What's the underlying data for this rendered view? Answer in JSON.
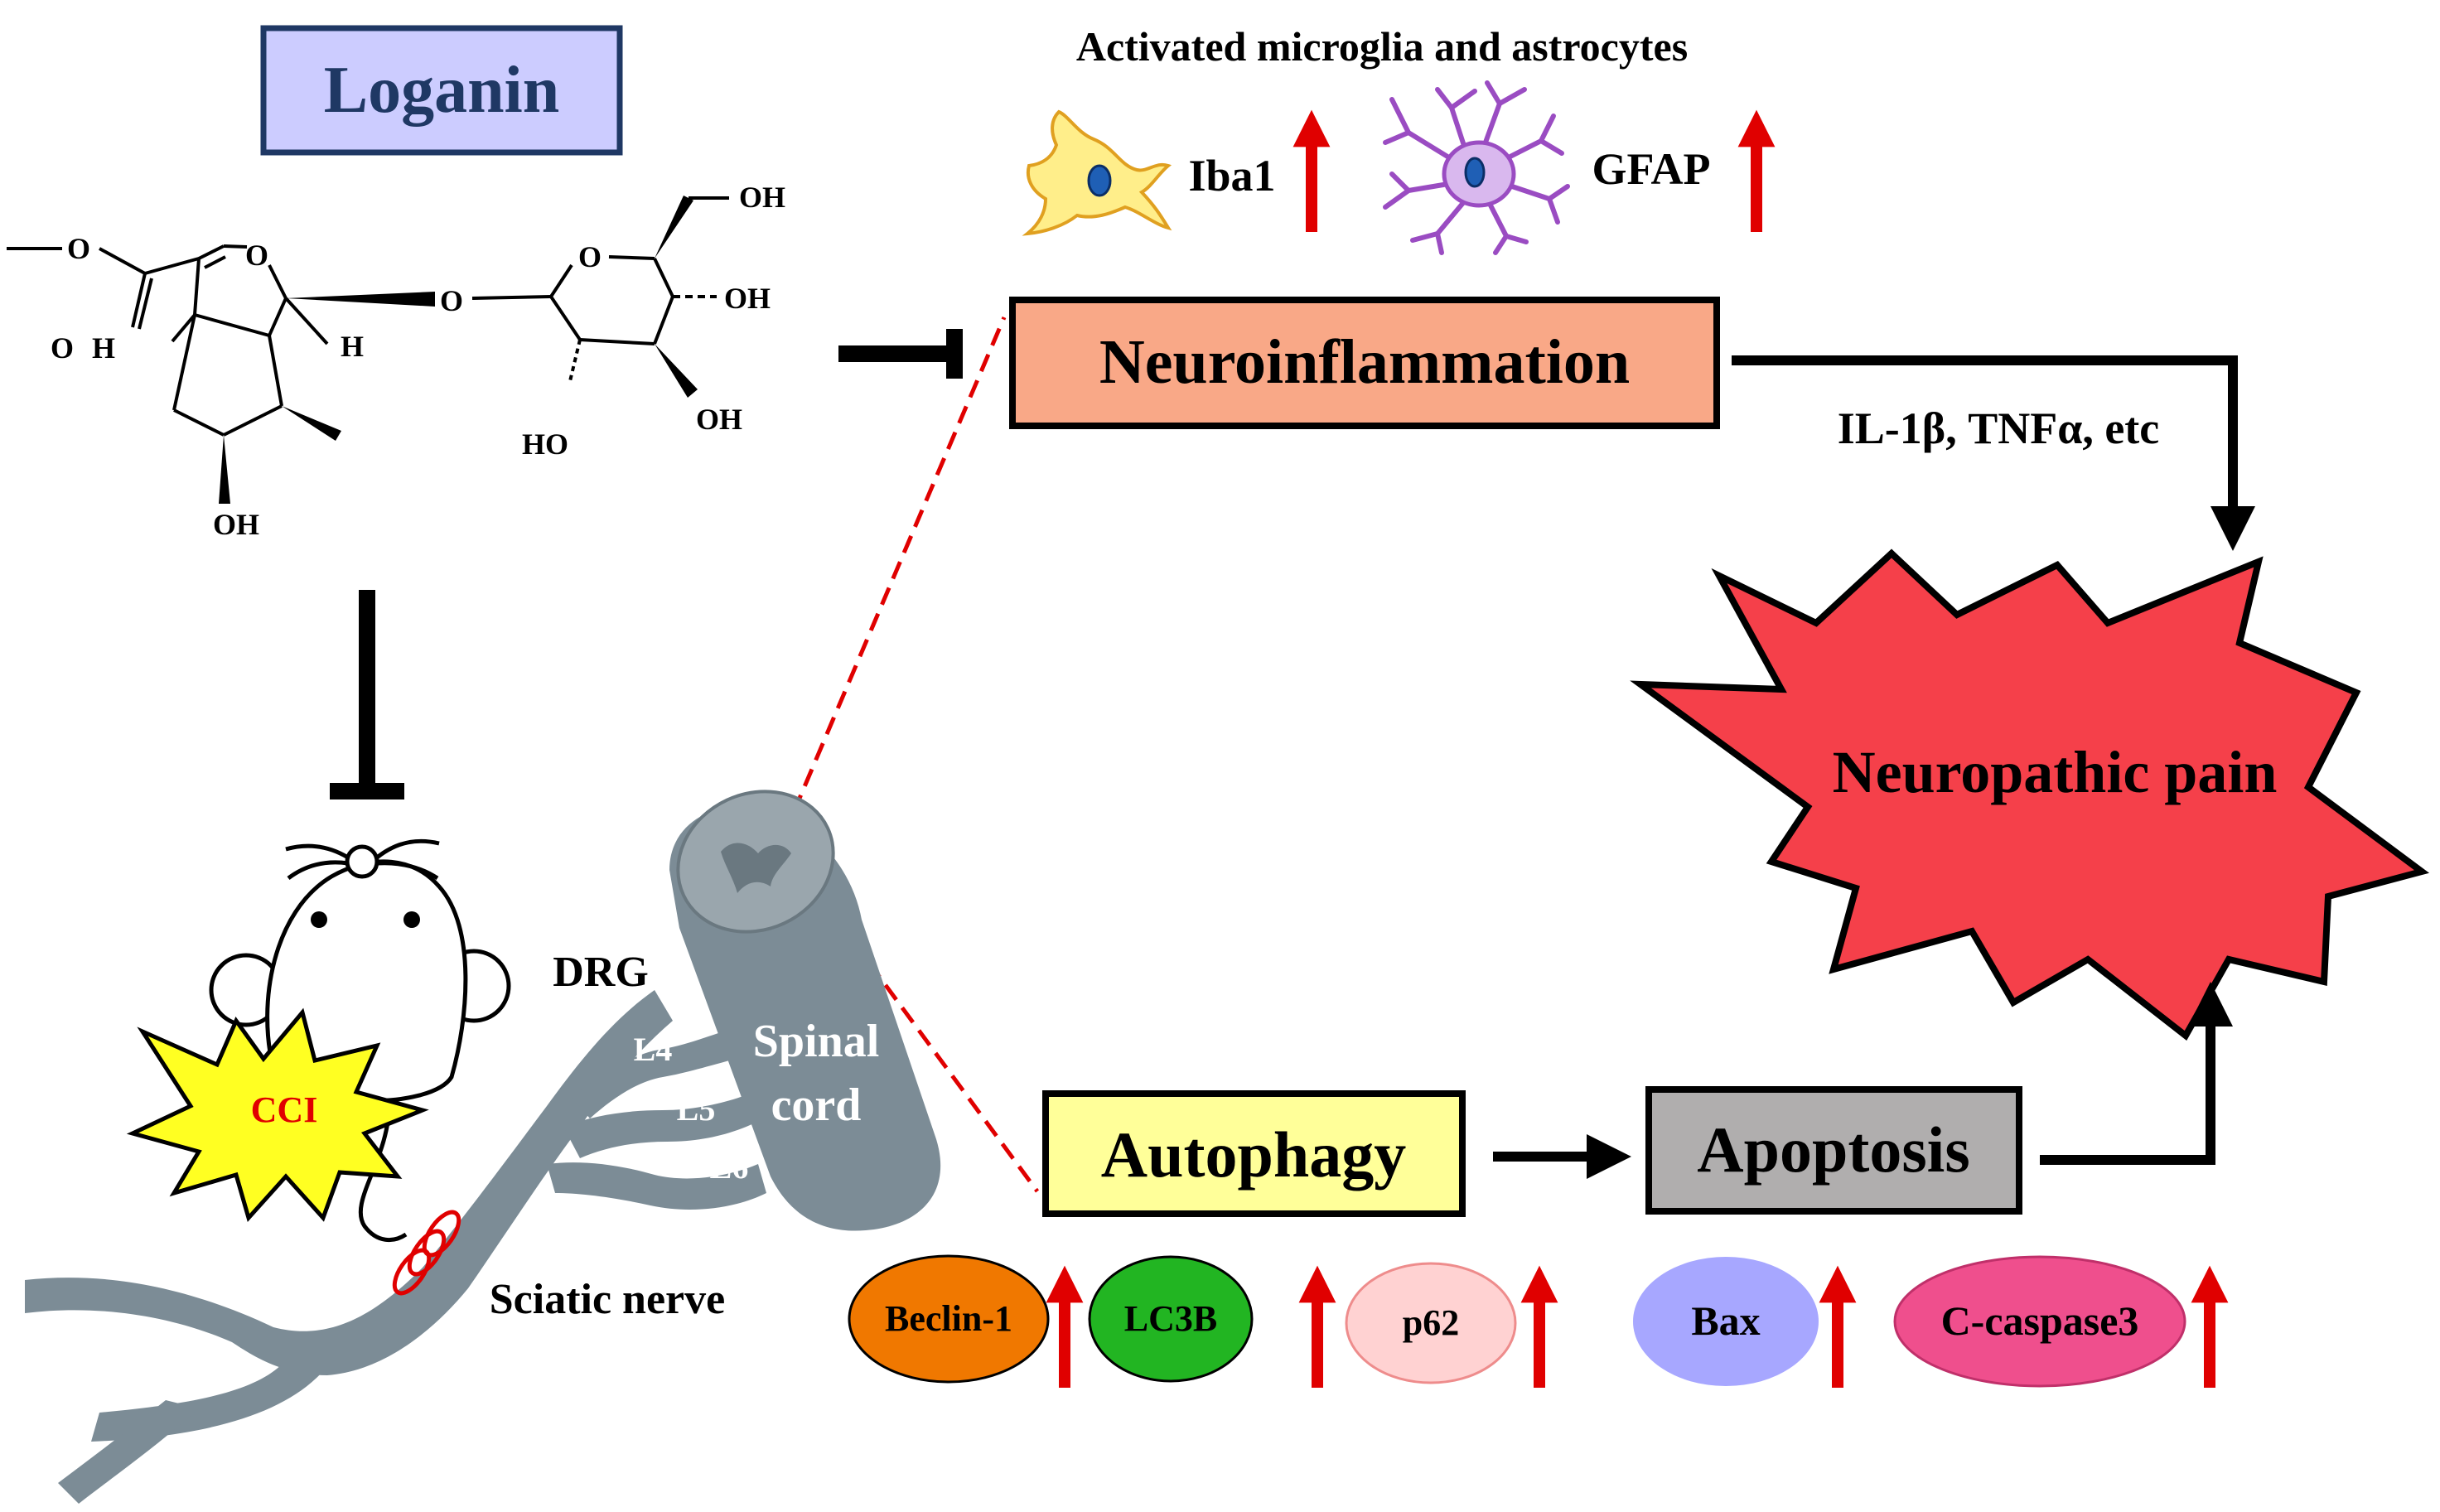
{
  "compound": {
    "name": "Loganin",
    "atoms": {
      "o1": "O",
      "o2": "O",
      "o3": "O",
      "o4": "O",
      "h1": "H",
      "h2": "H",
      "oh1": "OH",
      "oh2": "OH",
      "oh3": "OH",
      "oh4": "OH",
      "ho": "HO"
    }
  },
  "glia": {
    "title": "Activated microglia and astrocytes",
    "markers": [
      "Iba1",
      "GFAP"
    ]
  },
  "pathways": {
    "neuroinflammation": "Neuroinflammation",
    "cytokines": "IL-1β, TNFα, etc",
    "autophagy": "Autophagy",
    "apoptosis": "Apoptosis",
    "outcome": "Neuropathic pain"
  },
  "model": {
    "injury": "CCI",
    "drg": "DRG",
    "spinal_cord": [
      "Spinal",
      "cord"
    ],
    "levels": [
      "L4",
      "L5",
      "L6"
    ],
    "nerve": "Sciatic nerve"
  },
  "autophagy_markers": [
    {
      "label": "Beclin-1",
      "color": "#f07800"
    },
    {
      "label": "LC3B",
      "color": "#22b522"
    },
    {
      "label": "p62",
      "color": "#ffd2d2"
    }
  ],
  "apoptosis_markers": [
    {
      "label": "Bax",
      "color": "#a7a7ff"
    },
    {
      "label": "C-caspase3",
      "color": "#ef4f8d"
    }
  ],
  "colors": {
    "loganin_box": "#ccccff",
    "loganin_text": "#1f3864",
    "neuroinflammation_box": "#f9a887",
    "autophagy_box": "#ffff99",
    "apoptosis_box": "#b0aeae",
    "pain_star": "#f5404a",
    "cci_star": "#ffff22",
    "up_arrow": "#e00000",
    "tissue": "#7c8c96"
  }
}
